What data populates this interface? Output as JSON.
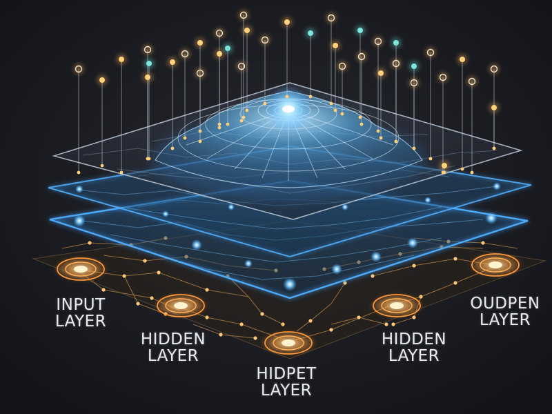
{
  "labels": {
    "input": {
      "line1": "INPUT",
      "line2": "LAYER"
    },
    "hidden_left": {
      "line1": "HIDDEN",
      "line2": "LAYER"
    },
    "hidden_center": {
      "line1": "HIDPET",
      "line2": "LAYER"
    },
    "hidden_right": {
      "line1": "HIDDEN",
      "line2": "LAYER"
    },
    "output": {
      "line1": "OUDPEN",
      "line2": "LAYER"
    }
  },
  "colors": {
    "background": "#1b1c21",
    "cyan_glow": "#8fd8ff",
    "blue_glow": "#3aa0ff",
    "orange_glow": "#ffb35a",
    "teal_node": "#6fe0d8",
    "label_text": "#e8ecf2"
  }
}
